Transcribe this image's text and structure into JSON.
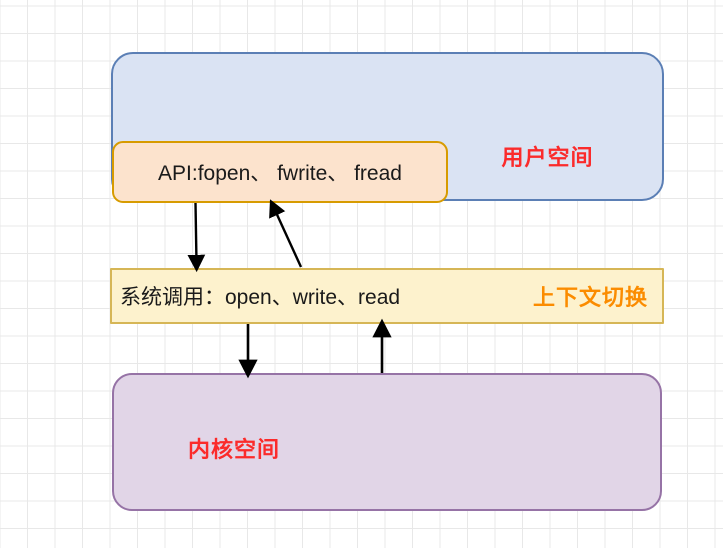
{
  "diagram": {
    "title_text_present": false,
    "boxes": {
      "user_space": {
        "label": "用户空间",
        "fill": "#dae3f3",
        "stroke": "#5b7fb5",
        "label_color": "#fb2b2b"
      },
      "api": {
        "label": "API:fopen、 fwrite、 fread",
        "fill": "#fce3cd",
        "stroke": "#d79b00",
        "label_color": "#1a1a1a"
      },
      "syscall": {
        "label": "系统调用：open、write、read",
        "note": "上下文切换",
        "fill": "#fdf2cd",
        "stroke": "#d6b656",
        "label_color": "#1a1a1a",
        "note_color": "#fb8c00"
      },
      "kernel_space": {
        "label": "内核空间",
        "fill": "#e1d5e7",
        "stroke": "#9673a6",
        "label_color": "#fb2b2b"
      }
    },
    "arrows": [
      {
        "name": "api-to-syscall-down",
        "direction": "down"
      },
      {
        "name": "syscall-to-api-up",
        "direction": "up"
      },
      {
        "name": "syscall-to-kernel-down",
        "direction": "down"
      },
      {
        "name": "kernel-to-syscall-up",
        "direction": "up"
      }
    ]
  }
}
